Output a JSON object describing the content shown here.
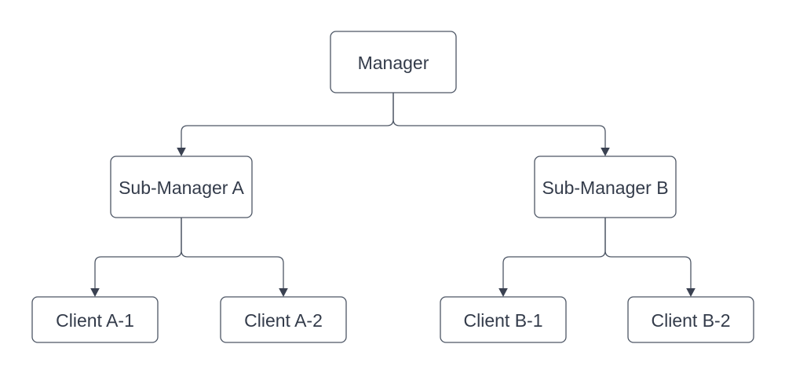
{
  "diagram": {
    "type": "org-chart-tree",
    "background_color": "#ffffff",
    "node_fill_color": "#ffffff",
    "stroke_color": "#4d5665",
    "arrowhead_color": "#3a4151",
    "text_color": "#333b4a",
    "nodes": {
      "manager": {
        "label": "Manager"
      },
      "sub_manager_a": {
        "label": "Sub-Manager A"
      },
      "sub_manager_b": {
        "label": "Sub-Manager B"
      },
      "client_a1": {
        "label": "Client A-1"
      },
      "client_a2": {
        "label": "Client A-2"
      },
      "client_b1": {
        "label": "Client B-1"
      },
      "client_b2": {
        "label": "Client B-2"
      }
    },
    "edges": [
      {
        "from": "Manager",
        "to": "Sub-Manager A"
      },
      {
        "from": "Manager",
        "to": "Sub-Manager B"
      },
      {
        "from": "Sub-Manager A",
        "to": "Client A-1"
      },
      {
        "from": "Sub-Manager A",
        "to": "Client A-2"
      },
      {
        "from": "Sub-Manager B",
        "to": "Client B-1"
      },
      {
        "from": "Sub-Manager B",
        "to": "Client B-2"
      }
    ]
  }
}
